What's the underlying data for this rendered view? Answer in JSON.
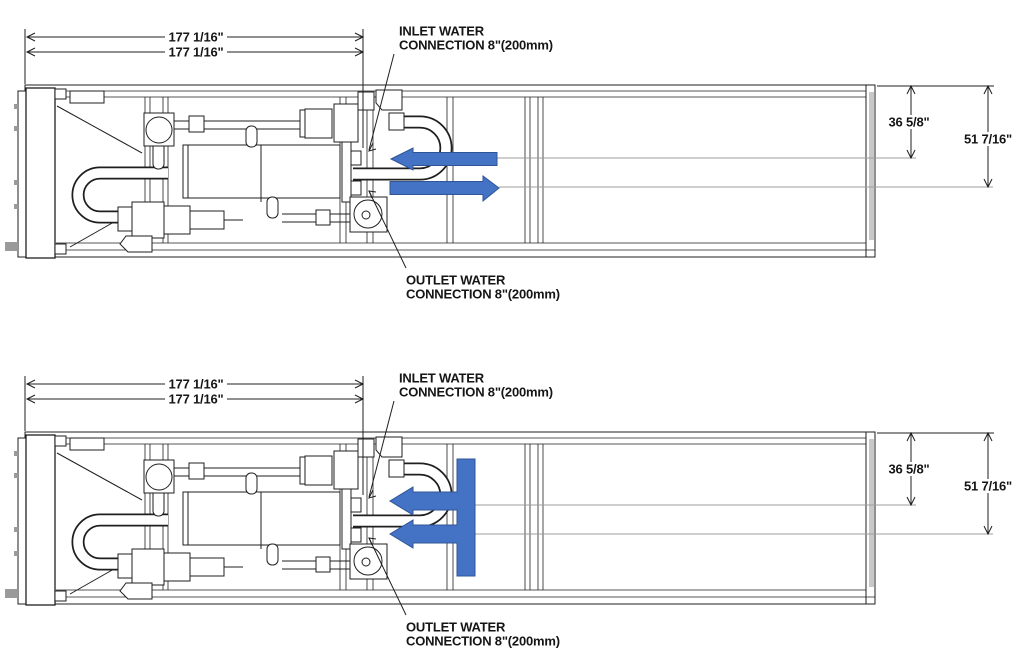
{
  "document": {
    "type": "chiller-unit-plan-view-drawing",
    "colors": {
      "flow_arrow": "#4472C4",
      "flow_arrow_outline": "#2F5597",
      "drawing_line": "#1f1f1f",
      "reference_line": "#9c9c9c"
    },
    "views": [
      {
        "name": "side-horizontal-water-flow-option",
        "dimensions": {
          "length_dim_1": "177 1/16\"",
          "length_dim_2": "177 1/16\"",
          "inlet_offset": "36 5/8\"",
          "outlet_offset": "51 7/16\""
        },
        "callouts": {
          "inlet_line1": "INLET WATER",
          "inlet_line2": "CONNECTION 8\"(200mm)",
          "outlet_line1": "OUTLET WATER",
          "outlet_line2": "CONNECTION 8\"(200mm)"
        }
      },
      {
        "name": "vertical-riser-water-flow-option",
        "dimensions": {
          "length_dim_1": "177 1/16\"",
          "length_dim_2": "177 1/16\"",
          "inlet_offset": "36 5/8\"",
          "outlet_offset": "51 7/16\""
        },
        "callouts": {
          "inlet_line1": "INLET WATER",
          "inlet_line2": "CONNECTION 8\"(200mm)",
          "outlet_line1": "OUTLET WATER",
          "outlet_line2": "CONNECTION 8\"(200mm)"
        }
      }
    ]
  }
}
